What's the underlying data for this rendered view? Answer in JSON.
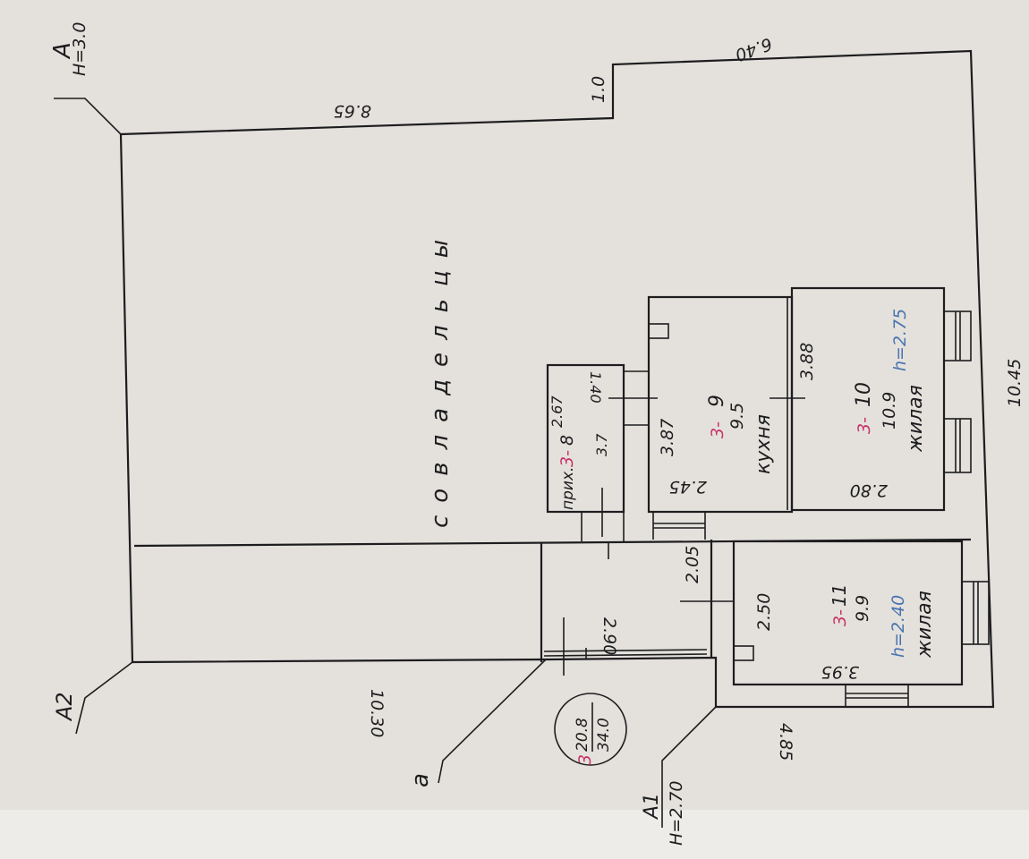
{
  "plan": {
    "title_owners": "совладельцы",
    "lit_a": {
      "letter": "А",
      "height": "H=3.0"
    },
    "lit_a1": {
      "letter": "А1",
      "height": "H=2.70"
    },
    "lit_a2": {
      "letter": "А2"
    },
    "lit_small_a": {
      "letter": "а"
    },
    "summary": {
      "number": "3",
      "living": "20.8",
      "total": "34.0"
    },
    "dims": {
      "top": "8.65",
      "step": "1.0",
      "top_right": "6.40",
      "right": "10.45",
      "bottom_left": "10.30",
      "bottom_right": "4.85",
      "hall_length": "2.90",
      "hall_width": "2.05",
      "corridor": "2.50"
    },
    "rooms": [
      {
        "number": "3-",
        "suffix": "8",
        "area": "3.7",
        "name": "прих.",
        "height": "2.67",
        "dim_a": "1.40"
      },
      {
        "number": "3-",
        "suffix": "9",
        "area": "9.5",
        "name": "кухня",
        "dim_a": "3.87",
        "dim_b": "2.45"
      },
      {
        "number": "3-",
        "suffix": "10",
        "area": "10.9",
        "name": "жилая",
        "height": "h=2.75",
        "dim_a": "3.88",
        "dim_b": "2.80"
      },
      {
        "number": "3-",
        "suffix": "11",
        "area": "9.9",
        "name": "жилая",
        "height": "h=2.40",
        "dim_a": "2.50",
        "dim_b": "3.95"
      }
    ]
  }
}
